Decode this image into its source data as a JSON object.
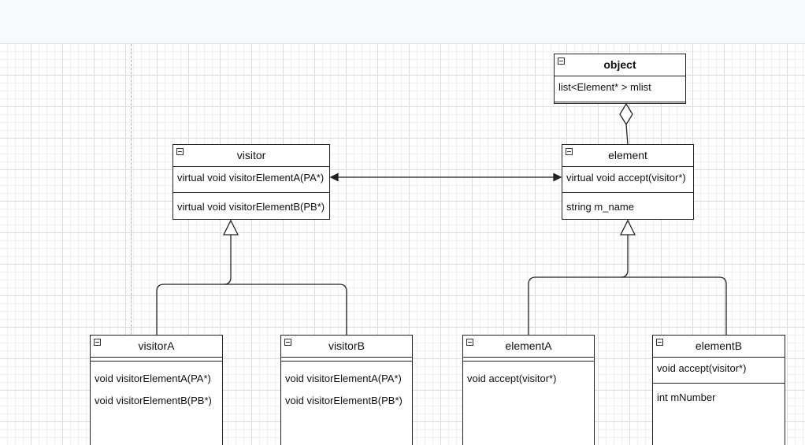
{
  "classes": {
    "object": {
      "name": "object",
      "attributes": [
        "list<Element* > mlist"
      ],
      "methods": []
    },
    "visitor": {
      "name": "visitor",
      "attributes": [
        "virtual void visitorElementA(PA*)"
      ],
      "methods": [
        "virtual void visitorElementB(PB*)"
      ]
    },
    "element": {
      "name": "element",
      "attributes": [
        "virtual void accept(visitor*)"
      ],
      "methods": [
        "string m_name"
      ]
    },
    "visitorA": {
      "name": "visitorA",
      "attributes": [],
      "methods": [
        "void visitorElementA(PA*)",
        "void visitorElementB(PB*)"
      ]
    },
    "visitorB": {
      "name": "visitorB",
      "attributes": [],
      "methods": [
        "void visitorElementA(PA*)",
        "void visitorElementB(PB*)"
      ]
    },
    "elementA": {
      "name": "elementA",
      "attributes": [],
      "methods": [
        "void accept(visitor*)"
      ]
    },
    "elementB": {
      "name": "elementB",
      "attributes": [
        "void accept(visitor*)"
      ],
      "methods": [
        "int mNumber"
      ]
    }
  },
  "relations": [
    {
      "type": "aggregation",
      "whole": "object",
      "part": "element"
    },
    {
      "type": "association",
      "navigability": "bidirectional",
      "ends": [
        "visitor",
        "element"
      ]
    },
    {
      "type": "generalization",
      "child": "visitorA",
      "parent": "visitor"
    },
    {
      "type": "generalization",
      "child": "visitorB",
      "parent": "visitor"
    },
    {
      "type": "generalization",
      "child": "elementA",
      "parent": "element"
    },
    {
      "type": "generalization",
      "child": "elementB",
      "parent": "element"
    }
  ],
  "colors": {
    "line": "#222222",
    "grid": "#dcdcdc",
    "toolbar": "#f8f9fa"
  }
}
